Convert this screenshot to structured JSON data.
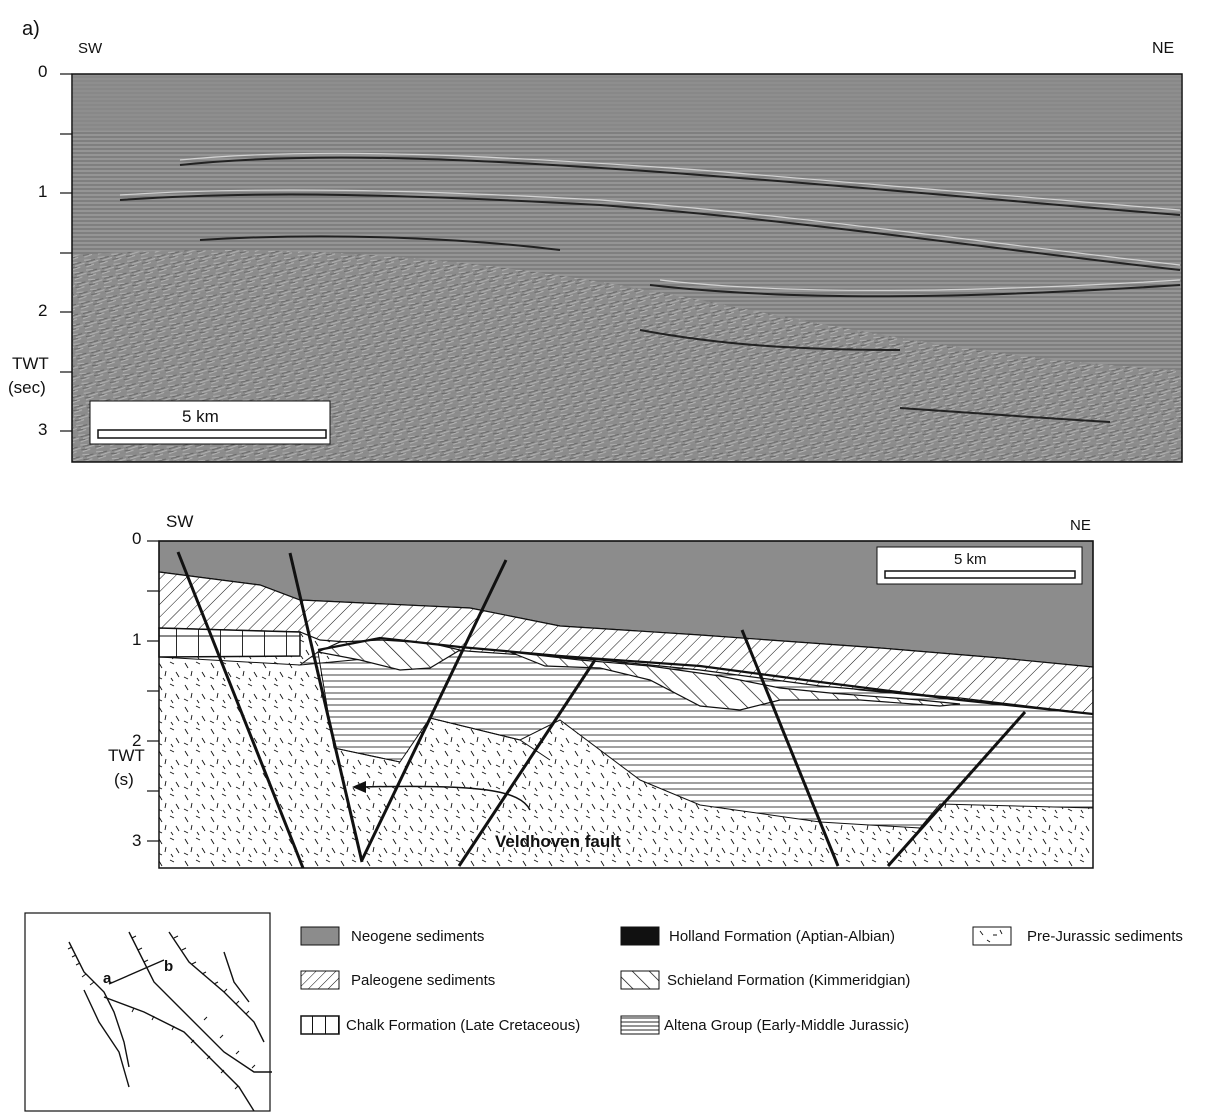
{
  "panel_label": "a)",
  "seismic": {
    "dir_left": "SW",
    "dir_right": "NE",
    "ticks": [
      "0",
      "1",
      "2",
      "3"
    ],
    "axis_title_1": "TWT",
    "axis_title_2": "(sec)",
    "scale_label": "5 km"
  },
  "section": {
    "dir_left": "SW",
    "dir_right": "NE",
    "ticks": [
      "0",
      "1",
      "2",
      "3"
    ],
    "axis_title_1": "TWT",
    "axis_title_2": "(s)",
    "scale_label": "5 km",
    "fault_label": "Veldhoven fault"
  },
  "map": {
    "label_a": "a",
    "label_b": "b"
  },
  "legend": [
    {
      "label": "Neogene sediments",
      "pattern": "neogene"
    },
    {
      "label": "Paleogene sediments",
      "pattern": "paleogene"
    },
    {
      "label": "Chalk Formation (Late Cretaceous)",
      "pattern": "chalk"
    },
    {
      "label": "Holland Formation (Aptian-Albian)",
      "pattern": "holland"
    },
    {
      "label": "Schieland Formation (Kimmeridgian)",
      "pattern": "schieland"
    },
    {
      "label": "Altena Group (Early-Middle Jurassic)",
      "pattern": "altena"
    },
    {
      "label": "Pre-Jurassic sediments",
      "pattern": "prejurassic"
    }
  ],
  "colors": {
    "neogene": "#8c8c8c",
    "seismic_bg": "#8a8a8a",
    "line": "#111111"
  }
}
